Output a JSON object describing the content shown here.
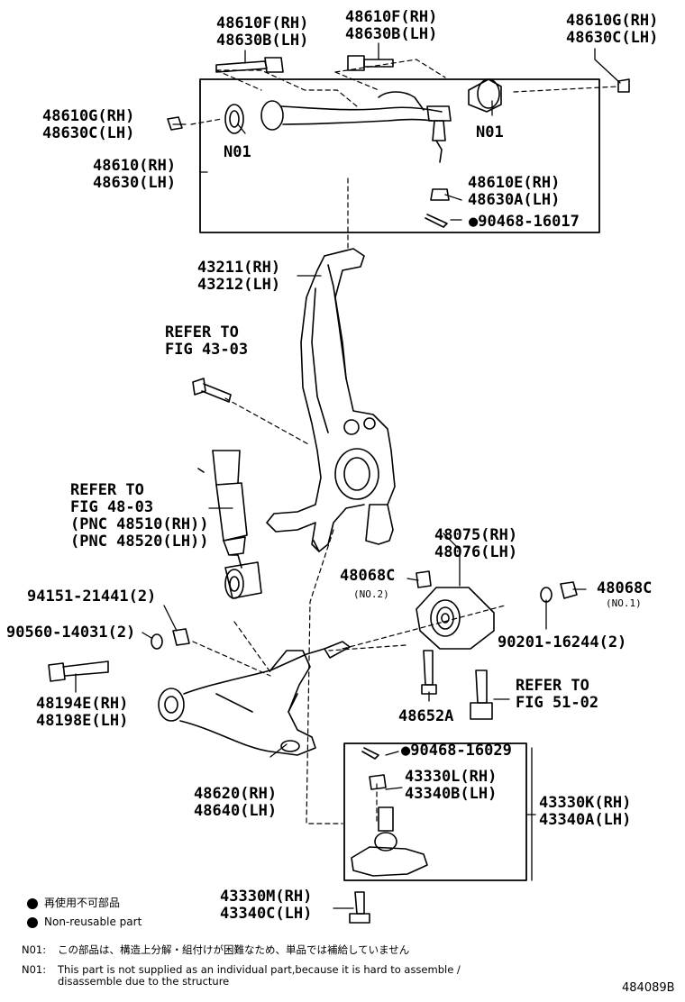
{
  "labels": {
    "l48610f": [
      "48610F(RH)",
      "48630B(LH)"
    ],
    "r48610f": [
      "48610F(RH)",
      "48630B(LH)"
    ],
    "r48610g": [
      "48610G(RH)",
      "48630C(LH)"
    ],
    "l48610g": [
      "48610G(RH)",
      "48630C(LH)"
    ],
    "n01_left": "N01",
    "n01_right": "N01",
    "arm_upper": [
      "48610(RH)",
      "48630(LH)"
    ],
    "p48610e": [
      "48610E(RH)",
      "48630A(LH)"
    ],
    "p90468_16017": "90468-16017",
    "knuckle": [
      "43211(RH)",
      "43212(LH)"
    ],
    "refer_43": [
      "REFER TO",
      "FIG 43-03"
    ],
    "refer_48": [
      "REFER TO",
      "FIG 48-03",
      "(PNC 48510(RH))",
      "(PNC 48520(LH))"
    ],
    "p94151": "94151-21441(2)",
    "p90560": "90560-14031(2)",
    "p48194": [
      "48194E(RH)",
      "48198E(LH)"
    ],
    "p48075": [
      "48075(RH)",
      "48076(LH)"
    ],
    "p48068c_left": "48068C",
    "no2": "(NO.2)",
    "p48068c_right": "48068C",
    "no1": "(NO.1)",
    "p90201": "90201-16244(2)",
    "p48652a": "48652A",
    "refer_51": [
      "REFER TO",
      "FIG 51-02"
    ],
    "p90468_16029": "90468-16029",
    "p43330l": [
      "43330L(RH)",
      "43340B(LH)"
    ],
    "p43330k": [
      "43330K(RH)",
      "43340A(LH)"
    ],
    "arm_lower": [
      "48620(RH)",
      "48640(LH)"
    ],
    "p43330m": [
      "43330M(RH)",
      "43340C(LH)"
    ]
  },
  "legend": {
    "jp": "再使用不可部品",
    "en": "Non-reusable part"
  },
  "notes": {
    "key": "N01:",
    "jp": "この部品は、構造上分解・組付けが困難なため、単品では補給していません",
    "en_1": "This part is not supplied as an individual part,because it is hard to assemble /",
    "en_2": "disassemble due to the structure"
  },
  "figure_id": "484089B"
}
